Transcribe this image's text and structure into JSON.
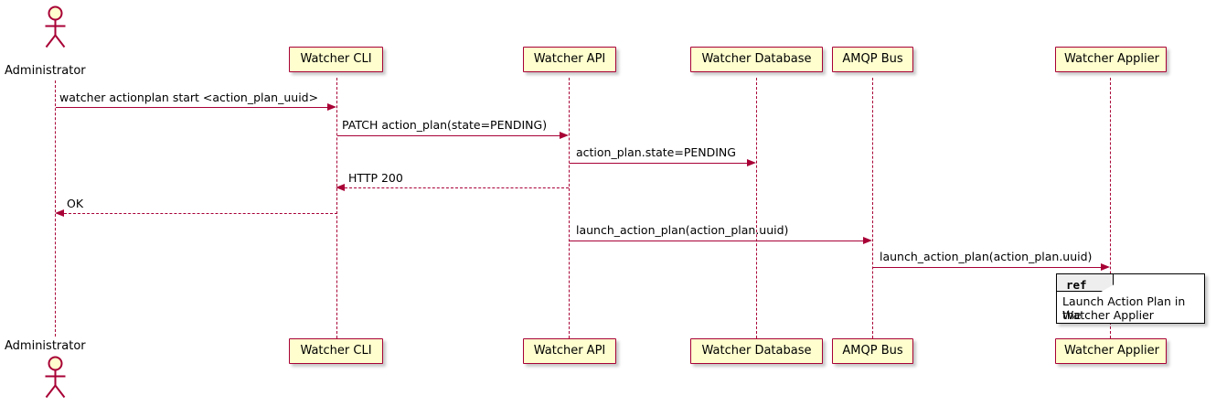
{
  "diagram": {
    "type": "sequence-diagram",
    "colors": {
      "participant_fill": "#FEFECE",
      "participant_border": "#A80036",
      "line": "#A80036",
      "ref_tab_fill": "#EEEEEE",
      "ref_border": "#000000",
      "background": "#FFFFFF"
    }
  },
  "actor": {
    "name": "Administrator",
    "top_label": "Administrator",
    "bottom_label": "Administrator"
  },
  "participants": [
    {
      "id": "cli",
      "label": "Watcher CLI"
    },
    {
      "id": "api",
      "label": "Watcher API"
    },
    {
      "id": "db",
      "label": "Watcher Database"
    },
    {
      "id": "amqp",
      "label": "AMQP Bus"
    },
    {
      "id": "applier",
      "label": "Watcher Applier"
    }
  ],
  "messages": [
    {
      "index": 1,
      "from": "Administrator",
      "to": "Watcher CLI",
      "label": "watcher actionplan start <action_plan_uuid>",
      "style": "solid",
      "direction": "right"
    },
    {
      "index": 2,
      "from": "Watcher CLI",
      "to": "Watcher API",
      "label": "PATCH action_plan(state=PENDING)",
      "style": "solid",
      "direction": "right"
    },
    {
      "index": 3,
      "from": "Watcher API",
      "to": "Watcher Database",
      "label": "action_plan.state=PENDING",
      "style": "solid",
      "direction": "right"
    },
    {
      "index": 4,
      "from": "Watcher API",
      "to": "Watcher CLI",
      "label": "HTTP 200",
      "style": "dashed",
      "direction": "left"
    },
    {
      "index": 5,
      "from": "Watcher CLI",
      "to": "Administrator",
      "label": "OK",
      "style": "dashed",
      "direction": "left"
    },
    {
      "index": 6,
      "from": "Watcher API",
      "to": "AMQP Bus",
      "label": "launch_action_plan(action_plan.uuid)",
      "style": "solid",
      "direction": "right"
    },
    {
      "index": 7,
      "from": "AMQP Bus",
      "to": "Watcher Applier",
      "label": "launch_action_plan(action_plan.uuid)",
      "style": "solid",
      "direction": "right"
    }
  ],
  "ref_fragment": {
    "tab_label": "ref",
    "line1": "Launch Action Plan in the",
    "line2": "Watcher Applier"
  }
}
